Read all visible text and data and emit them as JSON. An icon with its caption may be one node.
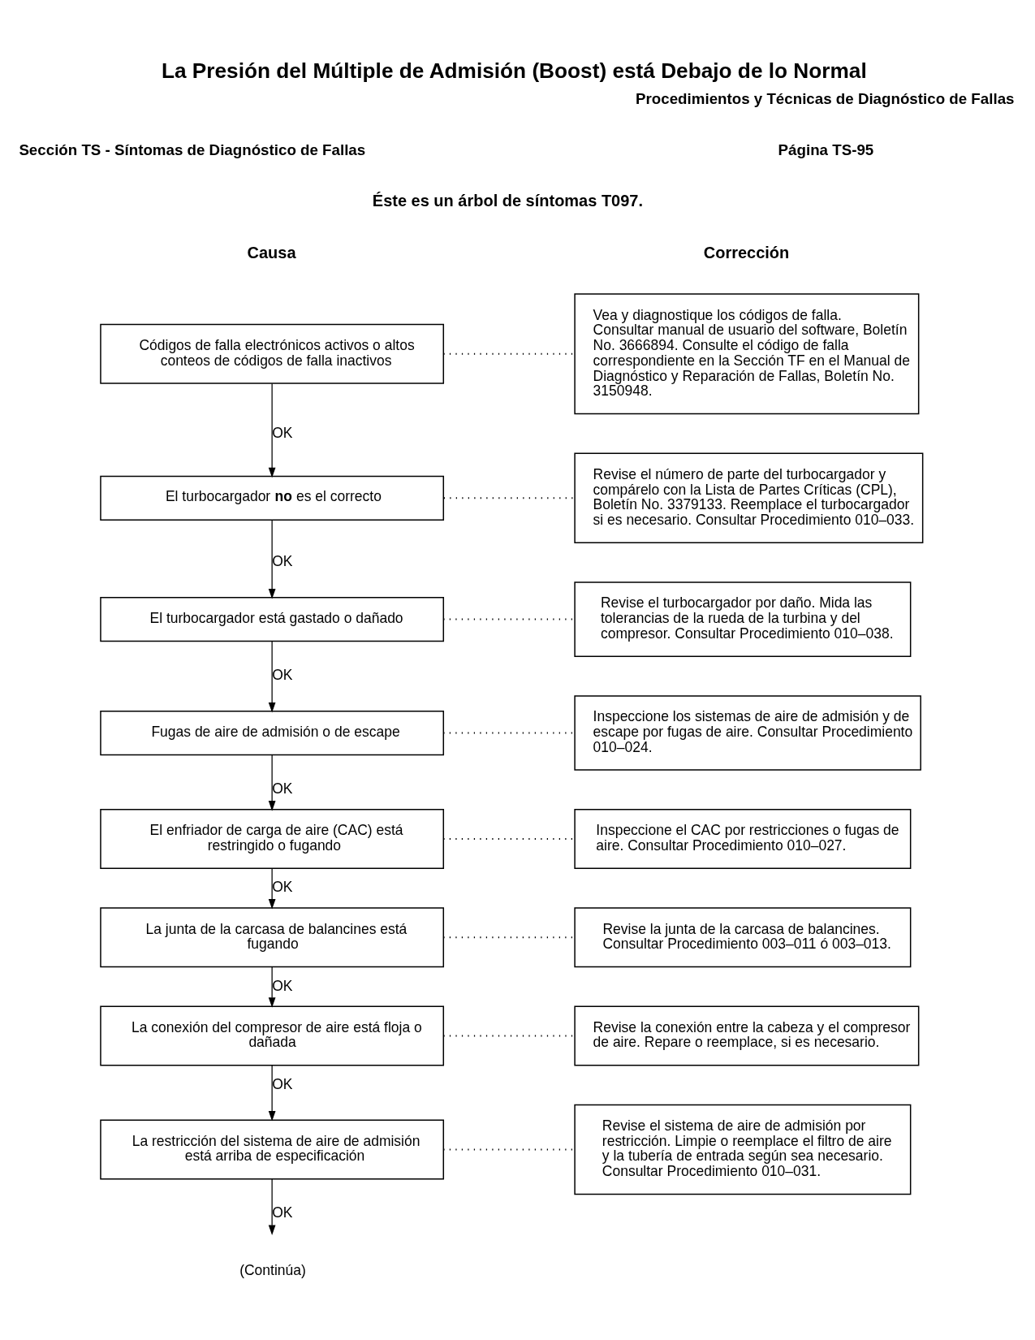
{
  "diagram": {
    "title": "La Presión del Múltiple de Admisión (Boost) está Debajo de lo Normal",
    "nodes": [
      {
        "text": [
          "Códigos de falla electrónicos activos o altos conteos de códigos de falla inactivos"
        ]
      },
      {
        "text": [
          "Vea y diagnostique los códigos de falla. Consultar manual de usuario del software, Boletín No. 3666894. Consulte el código de falla correspondiente en la Sección TF en el Manual de Diagnóstico y Reparación de Fallas, Boletín No. 3150948."
        ]
      },
      {
        "text": [
          "El turbocargador **no** es el correcto"
        ]
      },
      {
        "text": [
          "Revise el número de parte del turbocargador y compárelo con la Lista de Partes Críticas (CPL), Boletín No. 3379133. Reemplace el turbocargador si es necesario. Consultar Procedimiento 010–033."
        ]
      },
      {
        "text": [
          "El turbocargador está gastado o dañado"
        ]
      },
      {
        "text": [
          "Revise el turbocargador por daño. Mida las tolerancias de la rueda de la turbina y del compresor. Consultar Procedimiento 010–038."
        ]
      },
      {
        "text": [
          "Fugas de aire de admisión o de escape"
        ]
      },
      {
        "text": [
          "Inspeccione los sistemas de aire de admisión y de escape por fugas de aire. Consultar Procedimiento 010–024."
        ]
      },
      {
        "text": [
          "El enfriador de carga de aire (CAC) está restringido o fugando"
        ]
      },
      {
        "text": [
          "Inspeccione el CAC por restricciones o fugas de aire. Consultar Procedimiento 010–027."
        ]
      },
      {
        "text": [
          "La junta de la carcasa de balancines está fugando"
        ]
      },
      {
        "text": [
          "Revise la junta de la carcasa de balancines. Consultar Procedimiento 003–011 ó 003–013."
        ]
      },
      {
        "text": [
          "La conexión del compresor de aire está floja o dañada"
        ]
      },
      {
        "text": [
          "Revise la conexión entre la cabeza y el compresor de aire. Repare o reemplace, si es necesario."
        ]
      },
      {
        "text": [
          "La restricción del sistema de aire de admisión está arriba de especificación"
        ]
      },
      {
        "text": [
          "Revise el sistema de aire de admisión por restricción. Limpie o reemplace el filtro de aire y la tubería de entrada según sea necesario. Consultar Procedimiento 010–031."
        ]
      }
    ],
    "edges": [
      {
        "from": 0,
        "to": 1,
        "arrow": "none",
        "style": "dashed"
      },
      {
        "from": 0,
        "to": 2,
        "arrow": "to",
        "label": "OK"
      },
      {
        "from": 2,
        "to": 3,
        "arrow": "none",
        "style": "dashed"
      },
      {
        "from": 2,
        "to": 4,
        "arrow": "to",
        "label": "OK"
      },
      {
        "from": 4,
        "to": 5,
        "arrow": "none",
        "style": "dashed"
      },
      {
        "from": 4,
        "to": 6,
        "arrow": "to",
        "label": "OK"
      },
      {
        "from": 6,
        "to": 7,
        "arrow": "none",
        "style": "dashed"
      },
      {
        "from": 6,
        "to": 8,
        "arrow": "to",
        "label": "OK"
      },
      {
        "from": 8,
        "to": 9,
        "arrow": "none",
        "style": "dashed"
      },
      {
        "from": 8,
        "to": 10,
        "arrow": "to",
        "label": "OK"
      },
      {
        "from": 10,
        "to": 11,
        "arrow": "none",
        "style": "dashed"
      },
      {
        "from": 10,
        "to": 12,
        "arrow": "to",
        "label": "OK"
      },
      {
        "from": 12,
        "to": 13,
        "arrow": "none",
        "style": "dashed"
      },
      {
        "from": 12,
        "to": 14,
        "arrow": "to",
        "label": "OK"
      },
      {
        "from": 14,
        "to": 15,
        "arrow": "none",
        "style": "dashed"
      },
      {
        "from": 14,
        "to": null,
        "arrow": "to",
        "label": "OK"
      }
    ],
    "labels": [
      "Procedimientos y Técnicas de Diagnóstico de Fallas",
      "Sección TS - Síntomas de Diagnóstico de Fallas",
      "Página TS-95",
      "Éste es un árbol de síntomas T097.",
      "Causa",
      "Corrección",
      "(Continúa)"
    ]
  }
}
